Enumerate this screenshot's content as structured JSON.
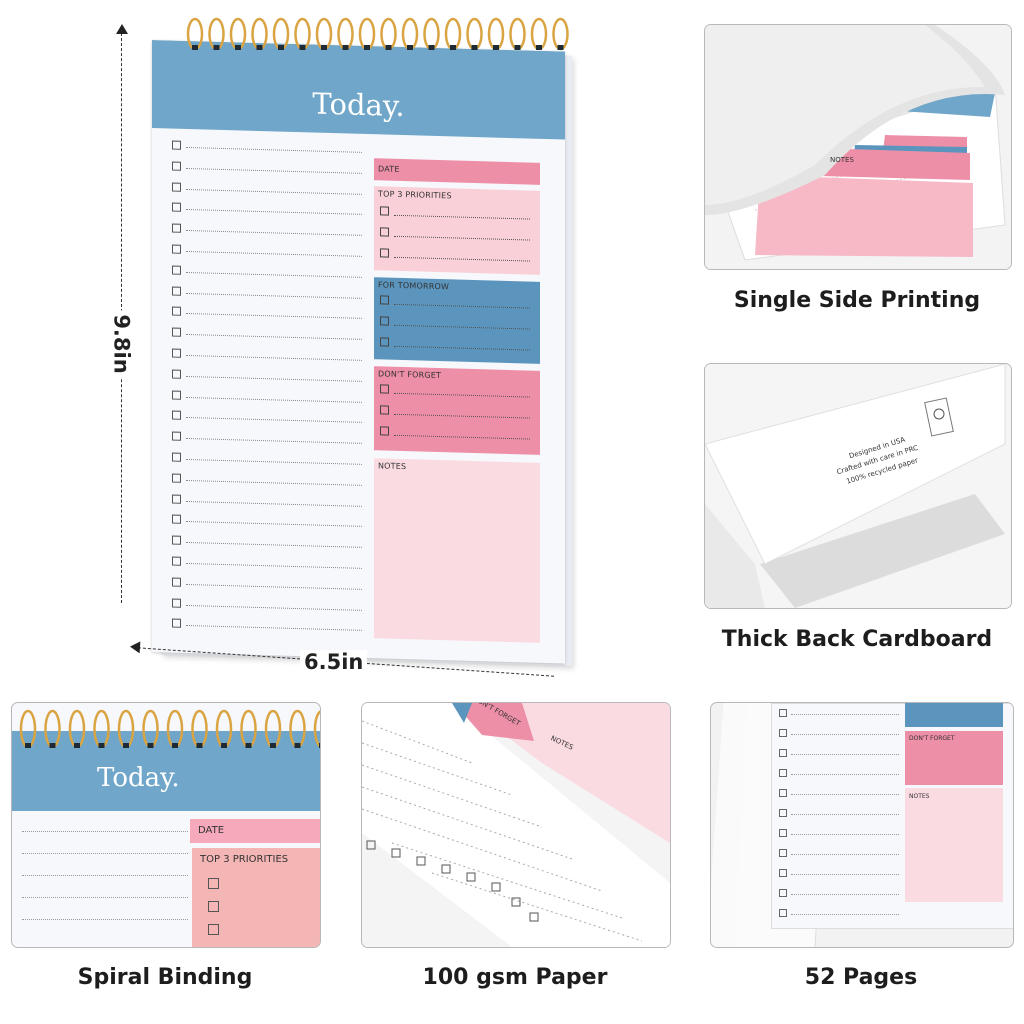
{
  "product": {
    "title": "Today.",
    "sections": {
      "date": "DATE",
      "top_priorities": "TOP 3 PRIORITIES",
      "for_tomorrow": "FOR TOMORROW",
      "dont_forget": "DON'T FORGET",
      "notes": "NOTES"
    },
    "dimensions": {
      "height": "9.8in",
      "width": "6.5in"
    },
    "back_cover_text": [
      "Designed in USA",
      "Crafted with care in PRC",
      "100% recycled paper"
    ]
  },
  "features": [
    {
      "caption": "Single Side Printing"
    },
    {
      "caption": "Thick Back Cardboard"
    },
    {
      "caption": "Spiral Binding"
    },
    {
      "caption": "100 gsm Paper"
    },
    {
      "caption": "52 Pages"
    }
  ],
  "colors": {
    "header_blue": "#6fa6c9",
    "panel_blue": "#5b95bd",
    "pink": "#ee8fa8",
    "light_pink": "#f9d5dc",
    "pale_pink": "#fbe0e5",
    "spiral_gold": "#d9a441"
  }
}
